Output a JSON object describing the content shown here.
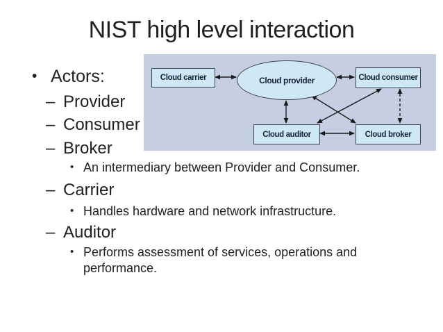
{
  "slide": {
    "title": "NIST high level interaction"
  },
  "glyphs": {
    "bullet": "•",
    "dash": "–",
    "sub_bullet": "•"
  },
  "outline": {
    "heading": "Actors:",
    "items": [
      {
        "label": "Provider"
      },
      {
        "label": "Consumer"
      },
      {
        "label": "Broker",
        "detail": "An intermediary between Provider and Consumer."
      },
      {
        "label": "Carrier",
        "detail": "Handles hardware and network infrastructure."
      },
      {
        "label": "Auditor",
        "detail": "Performs assessment of services, operations and performance."
      }
    ]
  },
  "diagram": {
    "nodes": {
      "carrier": "Cloud carrier",
      "provider": "Cloud provider",
      "consumer": "Cloud consumer",
      "auditor": "Cloud auditor",
      "broker": "Cloud broker"
    },
    "connections": [
      {
        "from": "carrier",
        "to": "provider",
        "style": "solid",
        "bidirectional": true
      },
      {
        "from": "provider",
        "to": "consumer",
        "style": "solid",
        "bidirectional": true
      },
      {
        "from": "provider",
        "to": "auditor",
        "style": "solid",
        "bidirectional": true
      },
      {
        "from": "provider",
        "to": "broker",
        "style": "solid",
        "bidirectional": true
      },
      {
        "from": "consumer",
        "to": "auditor",
        "style": "solid",
        "bidirectional": true
      },
      {
        "from": "consumer",
        "to": "broker",
        "style": "dashed",
        "bidirectional": true
      },
      {
        "from": "auditor",
        "to": "broker",
        "style": "solid",
        "bidirectional": true
      }
    ],
    "colors": {
      "panel_bg": "#c5cfe1",
      "node_fill": "#cfe8f6",
      "node_border": "#3a4150",
      "node_text": "#16233a",
      "arrow": "#1a1a1a"
    }
  }
}
